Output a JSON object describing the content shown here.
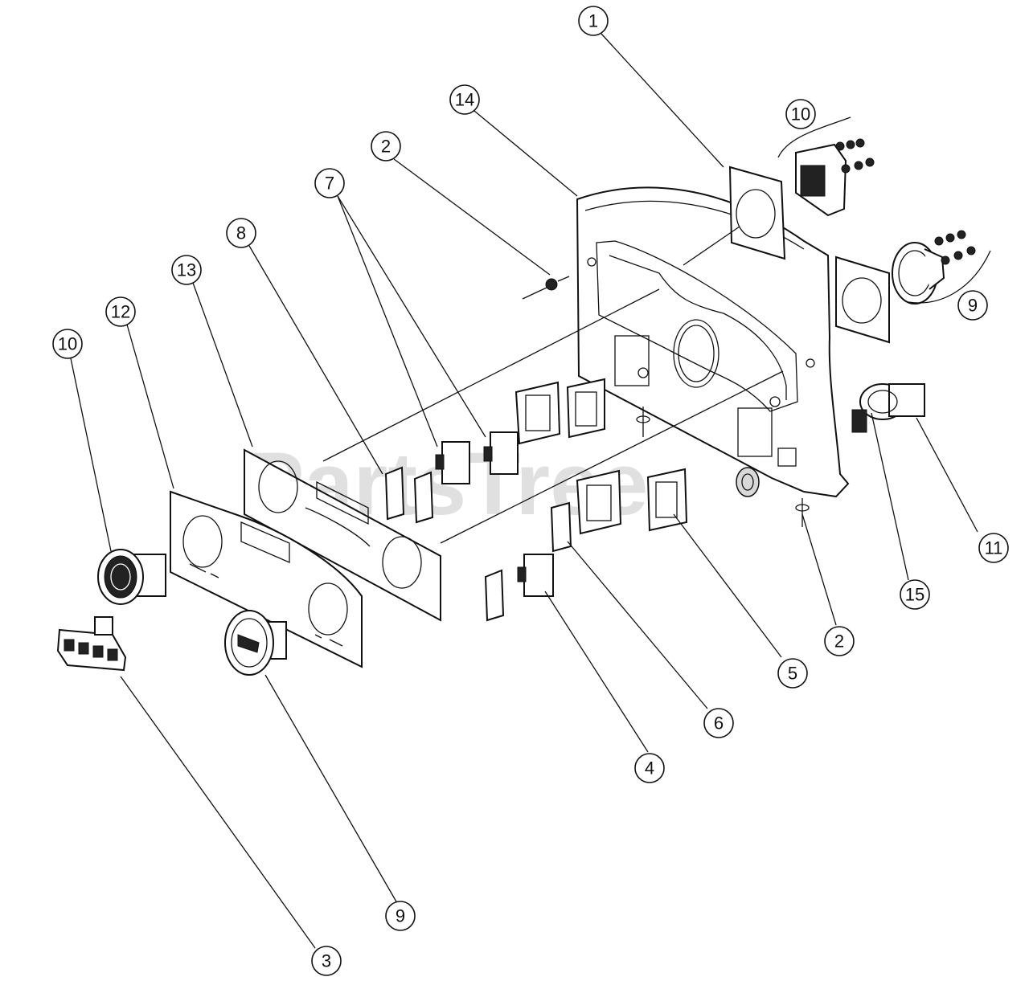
{
  "watermark": "PartsTree",
  "callouts": [
    {
      "id": "c1",
      "label": "1"
    },
    {
      "id": "c14",
      "label": "14"
    },
    {
      "id": "c10a",
      "label": "10"
    },
    {
      "id": "c2a",
      "label": "2"
    },
    {
      "id": "c7",
      "label": "7"
    },
    {
      "id": "c9a",
      "label": "9"
    },
    {
      "id": "c8",
      "label": "8"
    },
    {
      "id": "c13",
      "label": "13"
    },
    {
      "id": "c12",
      "label": "12"
    },
    {
      "id": "c10b",
      "label": "10"
    },
    {
      "id": "c11",
      "label": "11"
    },
    {
      "id": "c15",
      "label": "15"
    },
    {
      "id": "c2b",
      "label": "2"
    },
    {
      "id": "c5",
      "label": "5"
    },
    {
      "id": "c6",
      "label": "6"
    },
    {
      "id": "c4",
      "label": "4"
    },
    {
      "id": "c9b",
      "label": "9"
    },
    {
      "id": "c3",
      "label": "3"
    }
  ]
}
